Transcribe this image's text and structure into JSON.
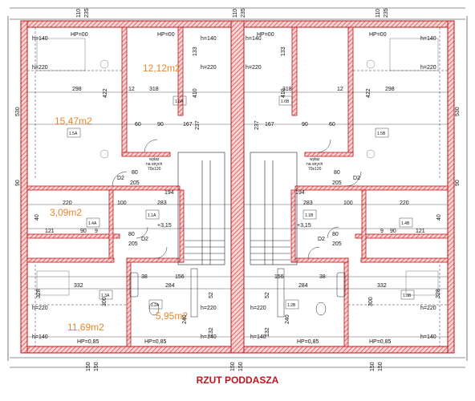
{
  "title": "RZUT PODDASZA",
  "colors": {
    "wall": "#c0141c",
    "hatch": "#e24848",
    "area": "#e8862a",
    "line": "#222222"
  },
  "top_dims": [
    "110",
    "235",
    "110",
    "235",
    "110",
    "235"
  ],
  "bottom_dims": [
    "150",
    "150",
    "150",
    "150",
    "150",
    "150"
  ],
  "hp_top": [
    "HP=00",
    "HP=00",
    "HP=00",
    "HP=00"
  ],
  "hp_bottom": [
    "HP=0,85",
    "HP=0,85",
    "HP=0,85",
    "HP=0,85"
  ],
  "heights": {
    "h140": "h=140",
    "h220": "h=220"
  },
  "areas": {
    "bedroom_a": "15,47m2",
    "bedroom_top": "12,12m2",
    "hall": "3,09m2",
    "bedroom_bottom": "11,69m2",
    "bath": "5,95m2"
  },
  "room_tags": [
    "1.6A",
    "1.6B",
    "1.5A",
    "1.5B",
    "1.1A",
    "1.1B",
    "1.4A",
    "1.4B",
    "1.3A",
    "1.3B",
    "1.2A",
    "1.2B"
  ],
  "level": "+3,15",
  "window_note": [
    "wyłaz",
    "na strych",
    "70x120"
  ],
  "door_codes": [
    "D2",
    "80",
    "205"
  ],
  "dims": {
    "d298": "298",
    "d318": "318",
    "d422": "422",
    "d530": "530",
    "d410": "410",
    "d133": "133",
    "d237": "237",
    "d167": "167",
    "d90": "90",
    "d60": "60",
    "d12": "12",
    "d220": "220",
    "d100": "100",
    "d283": "283",
    "d194": "194",
    "d121": "121",
    "d9": "9",
    "d332": "332",
    "d328": "328",
    "d300": "300",
    "d284": "284",
    "d156": "156",
    "d38": "38",
    "d52": "52",
    "d132": "132",
    "d240": "240",
    "d40": "40"
  }
}
